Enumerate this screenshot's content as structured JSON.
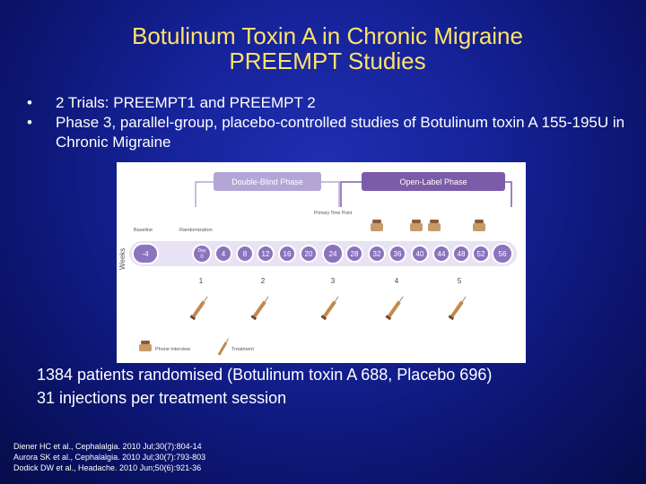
{
  "slide": {
    "title_line1": "Botulinum Toxin A in Chronic Migraine",
    "title_line2": "PREEMPT Studies",
    "bullets": [
      "2 Trials: PREEMPT1 and PREEMPT 2",
      "Phase 3, parallel-group, placebo-controlled studies of Botulinum toxin A 155-195U in Chronic Migraine"
    ],
    "summary_line1": "1384 patients randomised (Botulinum toxin A 688, Placebo 696)",
    "summary_line2": "31 injections per treatment session",
    "references": [
      "Diener  HC et al., Cephalalgia. 2010 Jul;30(7):804-14",
      "Aurora SK et al., Cephalalgia. 2010 Jul;30(7):793-803",
      "Dodick DW et al., Headache. 2010 Jun;50(6):921-36"
    ]
  },
  "figure": {
    "double_blind_label": "Double-Blind Phase",
    "open_label_label": "Open-Label Phase",
    "weeks_label": "Weeks",
    "baseline_label": "Baseline",
    "randomization_label": "Randomization",
    "primary_time_point_label": "Primary Time Point",
    "day_label": "Day",
    "day_value": "0",
    "week_values": [
      "-4",
      "4",
      "8",
      "12",
      "16",
      "20",
      "24",
      "28",
      "32",
      "36",
      "40",
      "44",
      "48",
      "52",
      "56"
    ],
    "treatment_numbers": [
      "1",
      "2",
      "3",
      "4",
      "5"
    ],
    "legend_phone": "Phone interview",
    "legend_treatment": "Treatment",
    "colors": {
      "double_blind": "#b3a6d6",
      "open_label": "#7b5ca8",
      "timeline_bar": "#e7e3f3",
      "circle_fill": "#8b73bd",
      "circle_stroke": "#ffffff",
      "title_yellow": "#ffe26a"
    }
  }
}
